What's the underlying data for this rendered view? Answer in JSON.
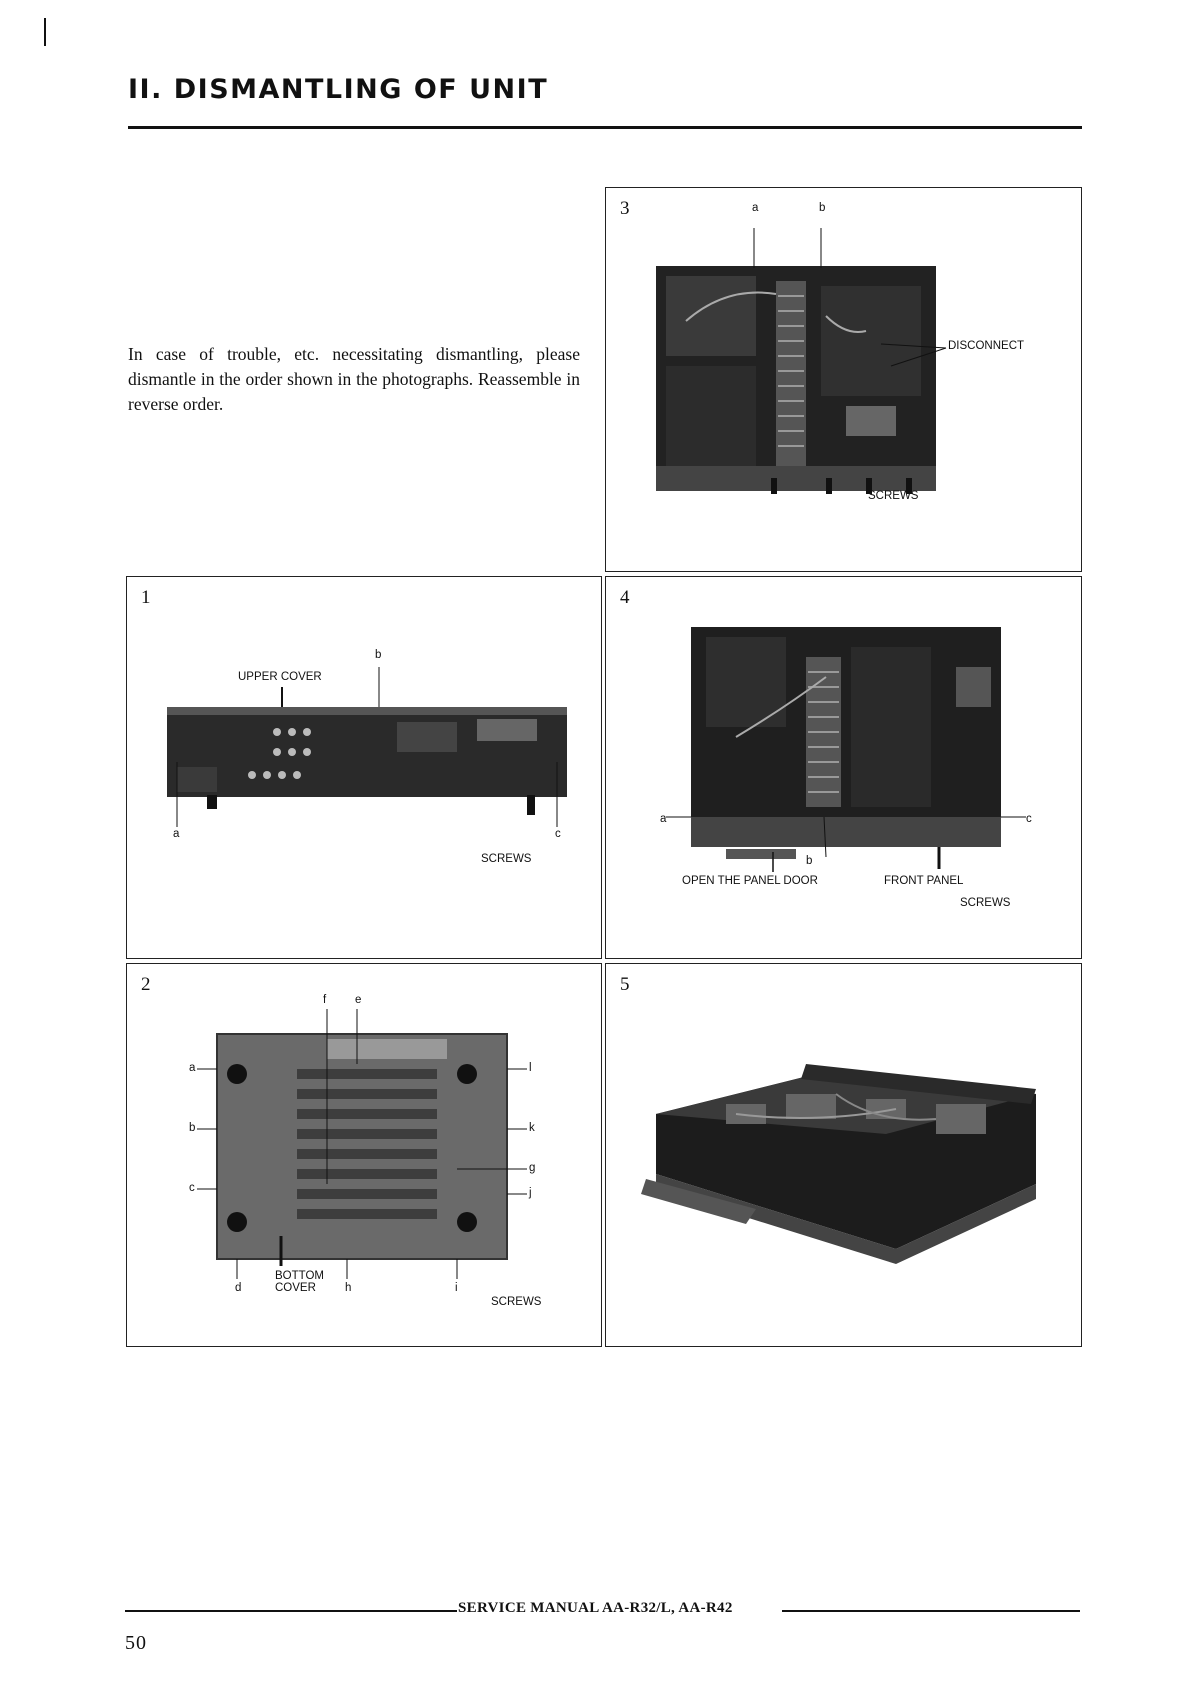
{
  "heading": "II. DISMANTLING OF UNIT",
  "intro": "In case of trouble, etc. necessitating dismantling, please dismantle in the order shown in the photographs. Reassemble in reverse order.",
  "panels": {
    "p1": {
      "number": "1",
      "labels": {
        "upper_cover": "UPPER COVER",
        "a": "a",
        "b": "b",
        "c": "c",
        "screws": "SCREWS"
      }
    },
    "p2": {
      "number": "2",
      "labels": {
        "a": "a",
        "b": "b",
        "c": "c",
        "d": "d",
        "e": "e",
        "f": "f",
        "g": "g",
        "h": "h",
        "i": "i",
        "j": "j",
        "k": "k",
        "l": "l",
        "bottom": "BOTTOM",
        "cover": "COVER",
        "screws": "SCREWS"
      }
    },
    "p3": {
      "number": "3",
      "labels": {
        "a": "a",
        "b": "b",
        "disconnect": "DISCONNECT",
        "screws": "SCREWS"
      }
    },
    "p4": {
      "number": "4",
      "labels": {
        "a": "a",
        "b": "b",
        "c": "c",
        "open_door": "OPEN THE PANEL DOOR",
        "front_panel": "FRONT PANEL",
        "screws": "SCREWS"
      }
    },
    "p5": {
      "number": "5"
    }
  },
  "footer": {
    "manual": "SERVICE MANUAL AA-R32/L, AA-R42",
    "page": "50"
  }
}
